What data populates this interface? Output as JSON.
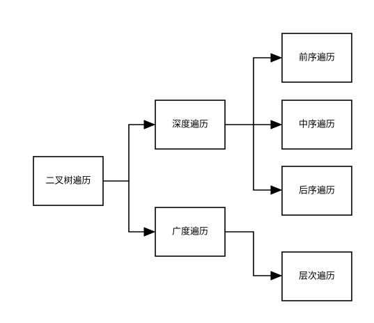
{
  "diagram": {
    "nodes": {
      "root": {
        "label": "二叉树遍历"
      },
      "depth": {
        "label": "深度遍历"
      },
      "breadth": {
        "label": "广度遍历"
      },
      "preorder": {
        "label": "前序遍历"
      },
      "inorder": {
        "label": "中序遍历"
      },
      "postorder": {
        "label": "后序遍历"
      },
      "levelorder": {
        "label": "层次遍历"
      }
    },
    "edges": [
      {
        "from": "root",
        "to": "depth"
      },
      {
        "from": "root",
        "to": "breadth"
      },
      {
        "from": "depth",
        "to": "preorder"
      },
      {
        "from": "depth",
        "to": "inorder"
      },
      {
        "from": "depth",
        "to": "postorder"
      },
      {
        "from": "breadth",
        "to": "levelorder"
      }
    ]
  }
}
